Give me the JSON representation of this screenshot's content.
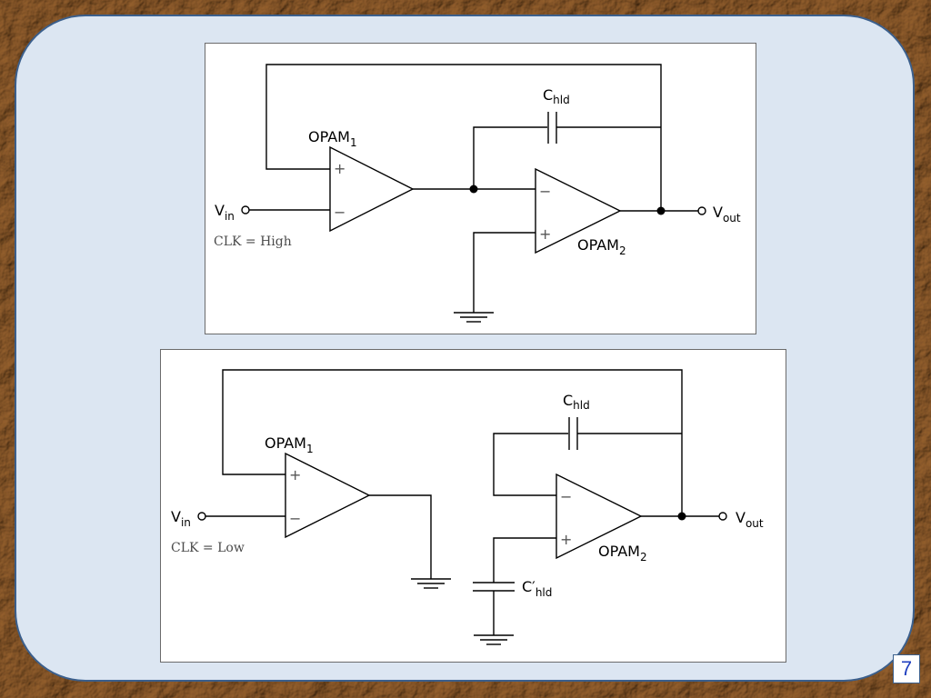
{
  "slide": {
    "number": "7",
    "colors": {
      "panel": "#dce6f2",
      "panel_border": "#3b5f8c",
      "border_texture": "#b0875a",
      "slide_number_text": "#1f3fbf"
    }
  },
  "diagrams": [
    {
      "id": "clk-high",
      "clock_label": "CLK = High",
      "opamp1": {
        "base": "OPAM",
        "sub": "1"
      },
      "opamp2": {
        "base": "OPAM",
        "sub": "2"
      },
      "hold_capacitor": {
        "base": "C",
        "sub": "hld"
      },
      "input": {
        "base": "V",
        "sub": "in"
      },
      "output": {
        "base": "V",
        "sub": "out"
      },
      "signs": {
        "plus": "+",
        "minus": "−"
      }
    },
    {
      "id": "clk-low",
      "clock_label": "CLK = Low",
      "opamp1": {
        "base": "OPAM",
        "sub": "1"
      },
      "opamp2": {
        "base": "OPAM",
        "sub": "2"
      },
      "hold_capacitor": {
        "base": "C",
        "sub": "hld"
      },
      "hold_capacitor_prime": {
        "base": "C′",
        "sub": "hld"
      },
      "input": {
        "base": "V",
        "sub": "in"
      },
      "output": {
        "base": "V",
        "sub": "out"
      },
      "signs": {
        "plus": "+",
        "minus": "−"
      }
    }
  ]
}
